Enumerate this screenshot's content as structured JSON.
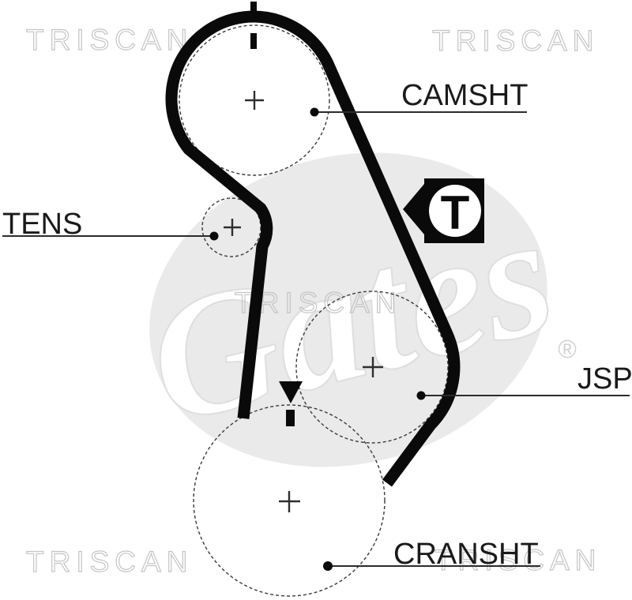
{
  "diagram": {
    "type": "timing-belt-routing-diagram",
    "part_labels": {
      "camshaft": "CAMSHT",
      "tensioner": "TENS",
      "idler": "JSP",
      "crankshaft": "CRANSHT"
    },
    "tension_icon": {
      "letter": "T"
    },
    "watermarks": {
      "distributor": "TRISCAN",
      "brand_script": "Gates",
      "registered_symbol": "®"
    },
    "colors": {
      "belt": "#0a0a0a",
      "outline": "#3a3a3a",
      "label_text": "#1a1a1a",
      "watermark_stroke": "#c5c5c5",
      "watermark_blob": "#eaeaea",
      "icon_background": "#0a0a0a"
    }
  }
}
